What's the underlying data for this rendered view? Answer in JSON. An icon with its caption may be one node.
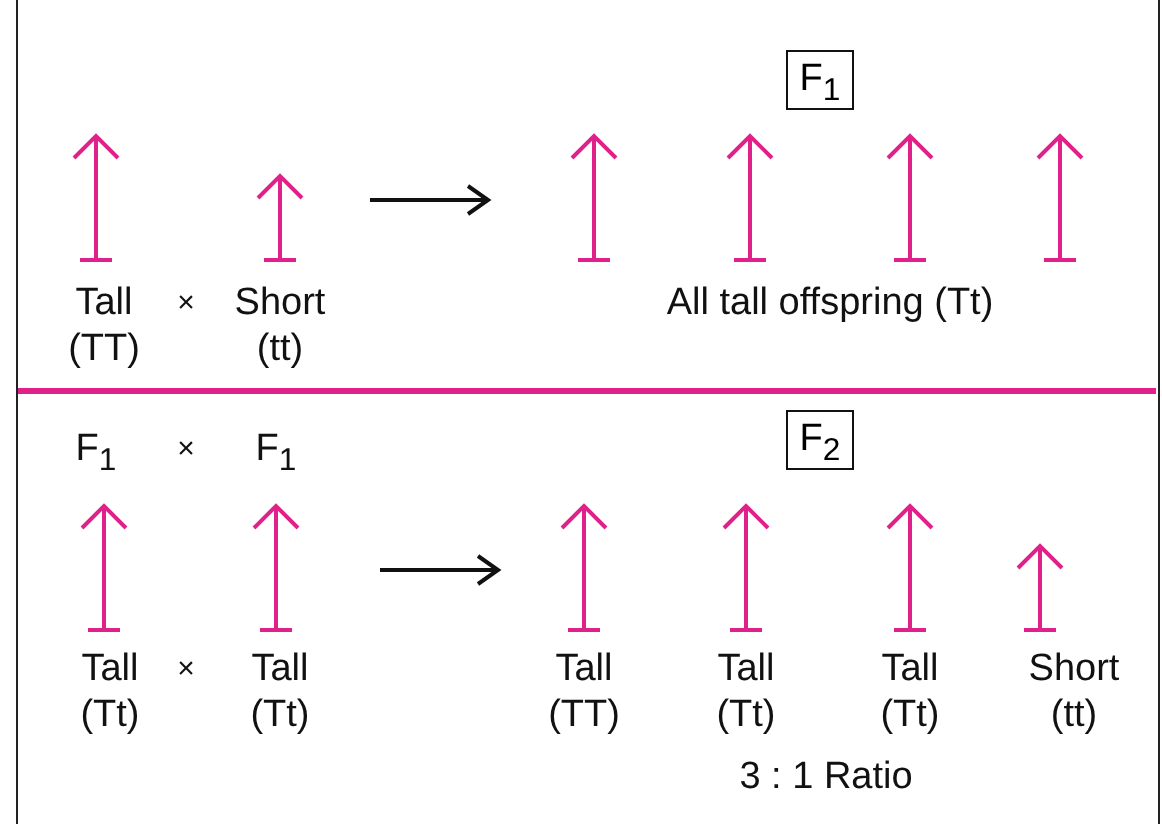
{
  "diagram": {
    "nodes": [
      {
        "text": [
          "F$_{1}$"
        ]
      },
      {
        "text": [
          "F$_{2}$"
        ]
      }
    ],
    "labels": [
      "Tall (TT)",
      "×",
      "Short (tt)",
      "All tall offspring (Tt)",
      "F$_{1}$",
      "×",
      "F$_{1}$",
      "Tall (Tt)",
      "×",
      "Tall (Tt)",
      "Tall (TT)",
      "Tall (Tt)",
      "Tall (Tt)",
      "Short (tt)",
      "3 : 1 Ratio"
    ]
  }
}
